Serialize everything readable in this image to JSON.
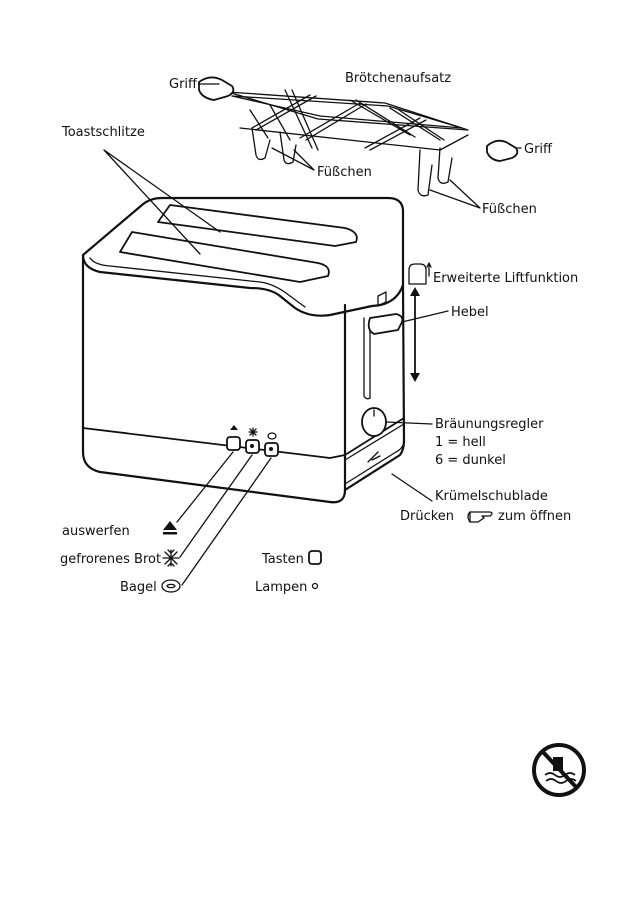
{
  "labels": {
    "griff_left": "Griff",
    "broetchenaufsatz": "Brötchenaufsatz",
    "griff_right": "Griff",
    "toastschlitze": "Toastschlitze",
    "fuesschen_1": "Füßchen",
    "fuesschen_2": "Füßchen",
    "lift": "Erweiterte Liftfunktion",
    "hebel": "Hebel",
    "regler": "Bräunungsregler",
    "regler_1": "1 = hell",
    "regler_6": "6 = dunkel",
    "kruemel": "Krümelschublade",
    "druecken": "Drücken",
    "oeffnen": "zum öffnen",
    "auswerfen": "auswerfen",
    "gefroren": "gefrorenes Brot",
    "bagel": "Bagel",
    "tasten": "Tasten",
    "lampen": "Lampen"
  },
  "icons": {
    "eject": "eject-icon",
    "snowflake": "snowflake-icon",
    "bagel": "bagel-icon",
    "hand": "pointing-hand-icon",
    "no_water": "no-water-immersion-icon",
    "lift_toast": "lift-toast-icon"
  }
}
